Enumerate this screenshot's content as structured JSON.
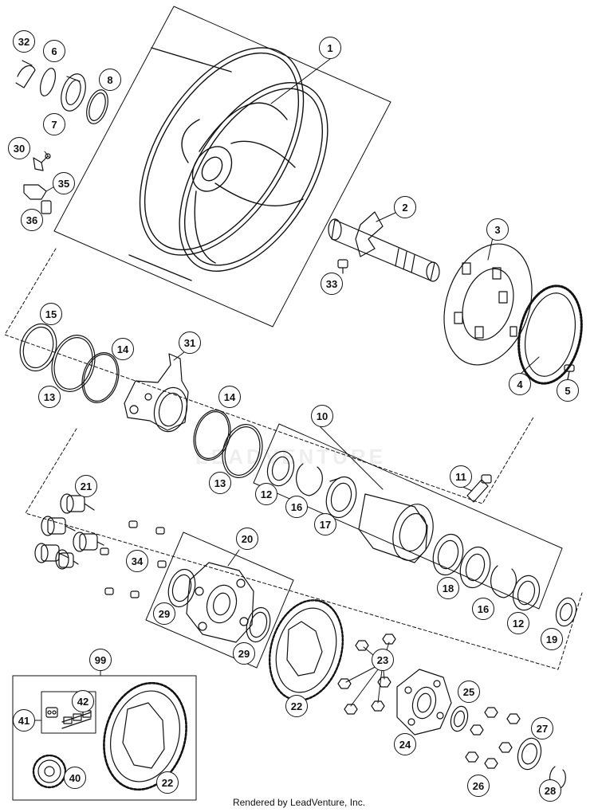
{
  "diagram": {
    "watermark": "LEADVENTURE",
    "footer": "Rendered by LeadVenture, Inc.",
    "line_color": "#111111",
    "callouts": [
      {
        "id": "c1",
        "label": "1"
      },
      {
        "id": "c2",
        "label": "2"
      },
      {
        "id": "c3",
        "label": "3"
      },
      {
        "id": "c4",
        "label": "4"
      },
      {
        "id": "c5",
        "label": "5"
      },
      {
        "id": "c6",
        "label": "6"
      },
      {
        "id": "c7",
        "label": "7"
      },
      {
        "id": "c8",
        "label": "8"
      },
      {
        "id": "c10",
        "label": "10"
      },
      {
        "id": "c11",
        "label": "11"
      },
      {
        "id": "c12a",
        "label": "12"
      },
      {
        "id": "c12b",
        "label": "12"
      },
      {
        "id": "c13a",
        "label": "13"
      },
      {
        "id": "c13b",
        "label": "13"
      },
      {
        "id": "c14a",
        "label": "14"
      },
      {
        "id": "c14b",
        "label": "14"
      },
      {
        "id": "c15",
        "label": "15"
      },
      {
        "id": "c16a",
        "label": "16"
      },
      {
        "id": "c16b",
        "label": "16"
      },
      {
        "id": "c17",
        "label": "17"
      },
      {
        "id": "c18",
        "label": "18"
      },
      {
        "id": "c19",
        "label": "19"
      },
      {
        "id": "c20",
        "label": "20"
      },
      {
        "id": "c21",
        "label": "21"
      },
      {
        "id": "c22a",
        "label": "22"
      },
      {
        "id": "c22b",
        "label": "22"
      },
      {
        "id": "c23",
        "label": "23"
      },
      {
        "id": "c24",
        "label": "24"
      },
      {
        "id": "c25",
        "label": "25"
      },
      {
        "id": "c26",
        "label": "26"
      },
      {
        "id": "c27",
        "label": "27"
      },
      {
        "id": "c28",
        "label": "28"
      },
      {
        "id": "c29a",
        "label": "29"
      },
      {
        "id": "c29b",
        "label": "29"
      },
      {
        "id": "c30",
        "label": "30"
      },
      {
        "id": "c31",
        "label": "31"
      },
      {
        "id": "c32",
        "label": "32"
      },
      {
        "id": "c33",
        "label": "33"
      },
      {
        "id": "c34",
        "label": "34"
      },
      {
        "id": "c35",
        "label": "35"
      },
      {
        "id": "c36",
        "label": "36"
      },
      {
        "id": "c40",
        "label": "40"
      },
      {
        "id": "c41",
        "label": "41"
      },
      {
        "id": "c42",
        "label": "42"
      },
      {
        "id": "c99",
        "label": "99"
      }
    ]
  }
}
